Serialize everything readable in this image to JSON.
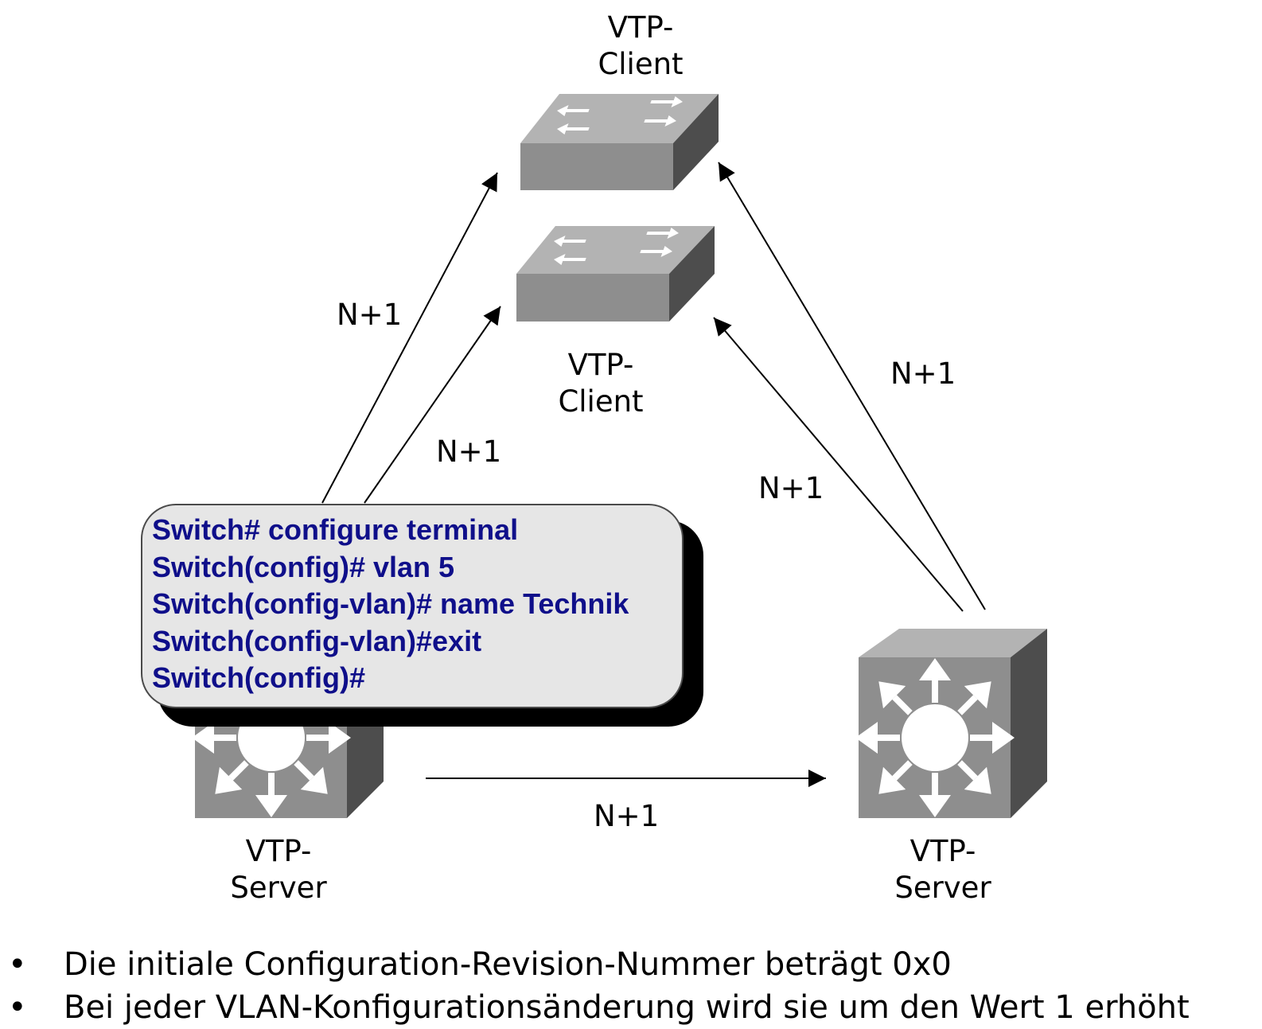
{
  "nodes": {
    "client_top": {
      "label_line1": "VTP-",
      "label_line2": "Client"
    },
    "client_middle": {
      "label_line1": "VTP-",
      "label_line2": "Client"
    },
    "server_left": {
      "label_line1": "VTP-",
      "label_line2": "Server"
    },
    "server_right": {
      "label_line1": "VTP-",
      "label_line2": "Server"
    }
  },
  "edges": {
    "left_to_top_client": "N+1",
    "left_to_middle_client": "N+1",
    "right_to_top_client": "N+1",
    "right_to_middle_client": "N+1",
    "left_to_right_server": "N+1"
  },
  "cli": {
    "lines": [
      "Switch# configure terminal",
      "Switch(config)# vlan 5",
      "Switch(config-vlan)# name Technik",
      "Switch(config-vlan)#exit",
      "Switch(config)#"
    ],
    "text_color": "#0f0f8a"
  },
  "bullets": [
    "Die initiale Configuration-Revision-Nummer beträgt 0x0",
    "Bei jeder VLAN-Konfigurationsänderung wird sie um den Wert 1 erhöht"
  ],
  "icons": {
    "workgroup_switch": "workgroup-switch-icon",
    "multilayer_switch": "multilayer-switch-icon"
  }
}
